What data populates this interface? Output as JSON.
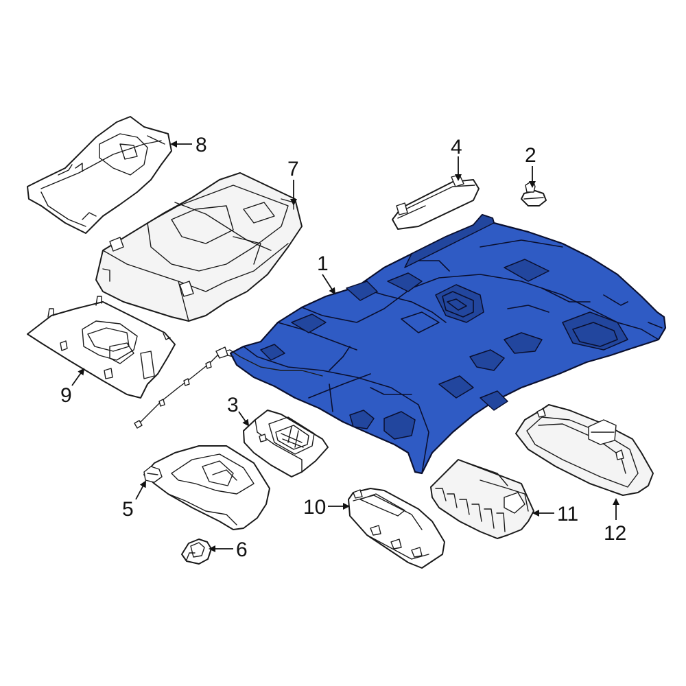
{
  "diagram": {
    "colors": {
      "highlight": "#2f5bc4",
      "highlight_dark": "#22469e",
      "outline": "#1a1a1a",
      "background": "#ffffff"
    },
    "callouts": [
      "1",
      "2",
      "3",
      "4",
      "5",
      "6",
      "7",
      "8",
      "9",
      "10",
      "11",
      "12"
    ]
  }
}
